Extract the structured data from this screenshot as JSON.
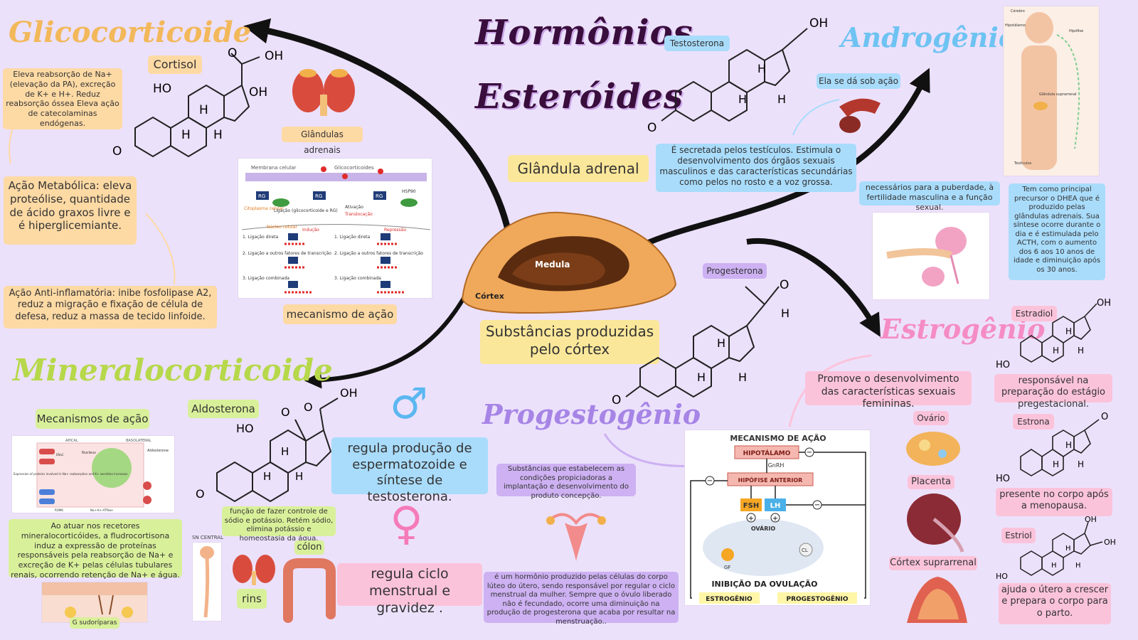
{
  "title": {
    "line1": "Hormônios",
    "line2": "Esteróides"
  },
  "center": {
    "adrenal_label": "Glândula adrenal",
    "cortex_label": "Substâncias produzidas pelo córtex",
    "medulla": "Medula",
    "cortex": "Córtex"
  },
  "glico": {
    "title": "Glicocorticoide",
    "molecule": "Cortisol",
    "desc": "Eleva reabsorção de Na+ (elevação da PA), excreção de K+ e H+. Reduz reabsorção óssea Eleva ação de catecolaminas endógenas.",
    "metabolic": "Ação Metabólica:  eleva proteólise, quantidade de ácido graxos livre e é hiperglicemiante.",
    "antiinflam": "Ação Anti-inflamatória: inibe fosfolipase A2, reduz a migração e fixação de célula de defesa, reduz a massa de tecido linfoide.",
    "glands": "Glândulas adrenais",
    "mechanism": "mecanismo de ação",
    "mech_fig": {
      "membrane": "Membrana celular",
      "glico": "Glicocorticoides",
      "cytoplasm": "Citoplasma celular",
      "nucleus": "Núcleo celular",
      "binding": "Ligação (glicocorticoide e RG)",
      "activation": "Ativação",
      "translocation": "Translocação",
      "induction": "Indução",
      "repression": "Repressão",
      "l1": "1. Ligação direta",
      "l2": "2. Ligação a outros fatores de transcrição",
      "l3": "3. Ligação combinada",
      "rg": "RG",
      "hsp": "HSP90"
    }
  },
  "mineral": {
    "title": "Mineralocorticoide",
    "mechanism": "Mecanismos de ação",
    "molecule": "Aldosterona",
    "desc": "Ao atuar nos recetores mineralocorticóides, a fludrocortisona induz a expressão de proteínas responsáveis pela reabsorção de Na+ e excreção de K+ pelas células tubulares renais, ocorrendo retenção de Na+ e água.",
    "function": "função de fazer controle de sódio e potássio. Retém sódio,  elimina potássio e homeostasia da água.",
    "sn": "SN CENTRAL",
    "colon": "cólon",
    "kidneys": "rins",
    "sweat": "G sudoríparas",
    "fig": {
      "apical": "APICAL",
      "basolateral": "BASOLATERAL",
      "nucleus": "Nucleus",
      "expression": "Expression of proteins involved in Na+ reabsorption and K+ secretion increases.",
      "atpase": "Na+-K+-ATPase",
      "aldo": "Aldosterone",
      "romk": "ROMK",
      "enac": "ENaC"
    }
  },
  "male": {
    "symbol": "♂",
    "text": "regula produção de espermatozoide e síntese de testosterona."
  },
  "female": {
    "symbol": "♀",
    "text": "regula ciclo menstrual e gravidez ."
  },
  "andro": {
    "title": "Androgênio",
    "molecule": "Testosterona",
    "under_action": "Ela se dá sob ação",
    "desc": "É secretada pelos testículos. Estimula o desenvolvimento dos órgãos sexuais masculinos e das características secundárias como pelos no rosto e a voz grossa.",
    "needed": "necessários para a puberdade, à fertilidade masculina e a função sexual.",
    "dhea": "Tem como principal precursor o DHEA que é produzido pelas glândulas adrenais. Sua síntese ocorre durante o dia e é estimulada pelo ACTH, com o aumento dos 6 aos 10 anos de idade e diminuição após os 30 anos."
  },
  "progest": {
    "title": "Progestogênio",
    "molecule": "Progesterona",
    "desc": "Substâncias que estabelecem as condições propiciadoras a implantação e desenvolvimento do produto concepção.",
    "detail": "é um hormônio produzido pelas células do corpo lúteo do útero, sendo responsável por regular o ciclo menstrual da mulher. Sempre que o óvulo liberado não é fecundado, ocorre uma diminuição na produção de progesterona que acaba por resultar na menstruação.."
  },
  "estro": {
    "title": "Estrogênio",
    "desc": "Promove o desenvolvimento das características sexuais femininas.",
    "ovary": "Ovário",
    "placenta": "Placenta",
    "adrenal_cortex": "Córtex suprarrenal",
    "estradiol": "Estradiol",
    "estradiol_desc": "responsável na preparação do estágio pregestacional.",
    "estrona": "Estrona",
    "estrona_desc": "presente no corpo após a menopausa.",
    "estriol": "Estriol",
    "estriol_desc": "ajuda o útero a crescer e prepara o corpo para o parto."
  },
  "mech": {
    "title": "MECANISMO DE AÇÃO",
    "hypothalamus": "HIPOTÁLAMO",
    "gnrh": "GnRH",
    "pituitary": "HIPÓFISE ANTERIOR",
    "fsh": "FSH",
    "lh": "LH",
    "ovary": "OVÁRIO",
    "gf": "GF",
    "cl": "CL",
    "inhibition": "INIBIÇÃO DA OVULAÇÃO",
    "estrogen": "ESTROGÊNIO",
    "progesterone": "PROGESTOGÊNIO",
    "minus": "−",
    "plus": "+"
  },
  "atoms": {
    "oh": "OH",
    "ho": "HO",
    "o": "O",
    "h": "H"
  },
  "body_fig": {
    "brain": "Cérebro",
    "hypo": "Hipotálamo",
    "pit": "Hipófise",
    "gland": "Glândula suprarrenal",
    "testes": "Testículos"
  },
  "colors": {
    "black_arrow": "#111111",
    "yellow": "#fbe79a",
    "orange": "#fdd9a4",
    "green": "#d9f09a",
    "blue": "#a9dcfb",
    "pink": "#fbc3da",
    "violet": "#cdb1f2"
  }
}
